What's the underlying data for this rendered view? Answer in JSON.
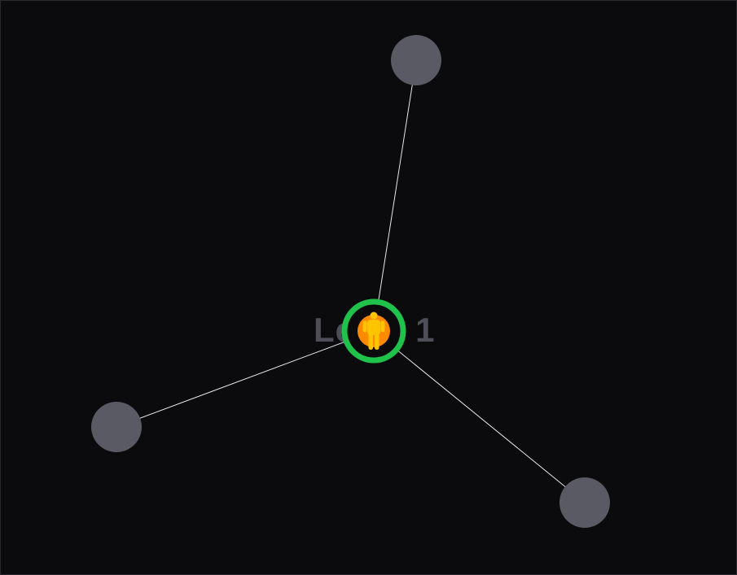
{
  "level": {
    "label": "Level 1"
  },
  "player": {
    "icon": "player-figure-icon",
    "ring_color": "#1fc24a",
    "body_color": "#ff8a00",
    "figure_color": "#ffc400"
  },
  "graph": {
    "edge_color": "#e8e8ee",
    "node_color": "#5a5a64",
    "nodes": [
      {
        "id": "node-top"
      },
      {
        "id": "node-left"
      },
      {
        "id": "node-bottom-right"
      }
    ]
  },
  "colors": {
    "background": "#0b0b0d",
    "label": "#4e4e58"
  }
}
